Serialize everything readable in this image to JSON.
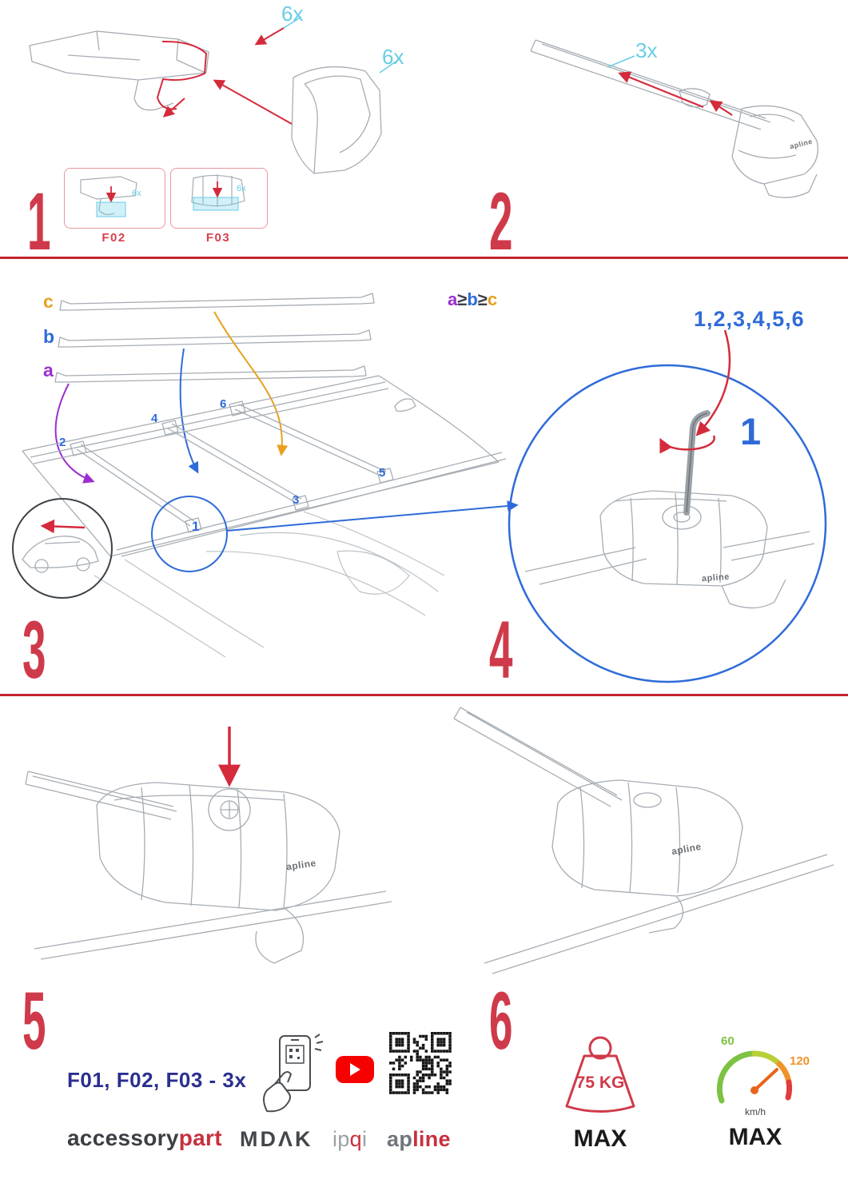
{
  "palette": {
    "red": "#cf3a4a",
    "arrow_red": "#d42b3c",
    "cyan": "#68cde4",
    "blue": "#2f6bd8",
    "purple": "#9a2fd0",
    "orange": "#e8a01e",
    "navy": "#2b2f8e",
    "divider": "#c4242f",
    "green": "#7dc242",
    "speed_orange": "#f0932a",
    "brand_red": "#c8303e"
  },
  "product_logo": "apline",
  "step1": {
    "number": "1",
    "qty_top": "6x",
    "qty_right": "6x",
    "boxes": [
      {
        "code": "F02",
        "qty": "6x"
      },
      {
        "code": "F03",
        "qty": "6x"
      }
    ]
  },
  "step2": {
    "number": "2",
    "qty": "3x"
  },
  "step3": {
    "number": "3",
    "bar_a": "a",
    "bar_b": "b",
    "bar_c": "c",
    "formula": [
      "a",
      "≥",
      "b",
      "≥",
      "c"
    ],
    "pos1": "1",
    "pos2": "2",
    "pos3": "3",
    "pos4": "4",
    "pos5": "5",
    "pos6": "6"
  },
  "step4": {
    "number": "4",
    "sequence": "1,2,3,4,5,6",
    "callout": "1"
  },
  "step5": {
    "number": "5"
  },
  "step6": {
    "number": "6"
  },
  "footer": {
    "kit": "F01, F02, F03 - 3x",
    "brands": {
      "accessory": "accessory",
      "part": "part",
      "mdak": "MDΛK",
      "ip": "ip",
      "q": "q",
      "i": "i",
      "ap": "ap",
      "line": "line"
    },
    "weight": {
      "value": "75 KG",
      "max": "MAX"
    },
    "speed": {
      "low": "60",
      "high": "120",
      "unit": "km/h",
      "max": "MAX"
    }
  }
}
